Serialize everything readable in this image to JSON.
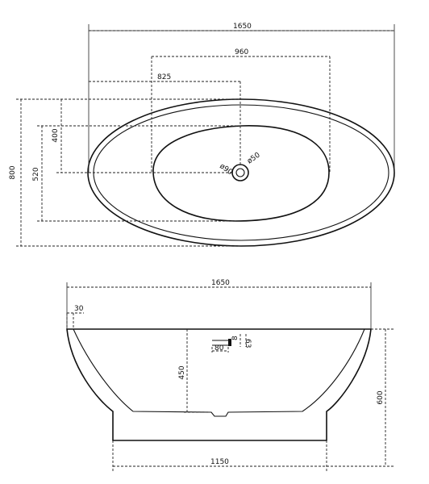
{
  "plan_view": {
    "overall_length": "1650",
    "basin_length": "960",
    "drain_offset_x": "825",
    "overall_width": "800",
    "basin_width": "520",
    "drain_offset_y": "400",
    "overflow_diameter": "ø90",
    "drain_diameter": "ø50"
  },
  "side_view": {
    "top_length": "1650",
    "rim_thickness": "30",
    "depth": "450",
    "drain_pipe_length": "80",
    "drain_pipe_dim_a": "8",
    "drain_pipe_dim_b": "63",
    "height": "600",
    "base_length": "1150"
  }
}
